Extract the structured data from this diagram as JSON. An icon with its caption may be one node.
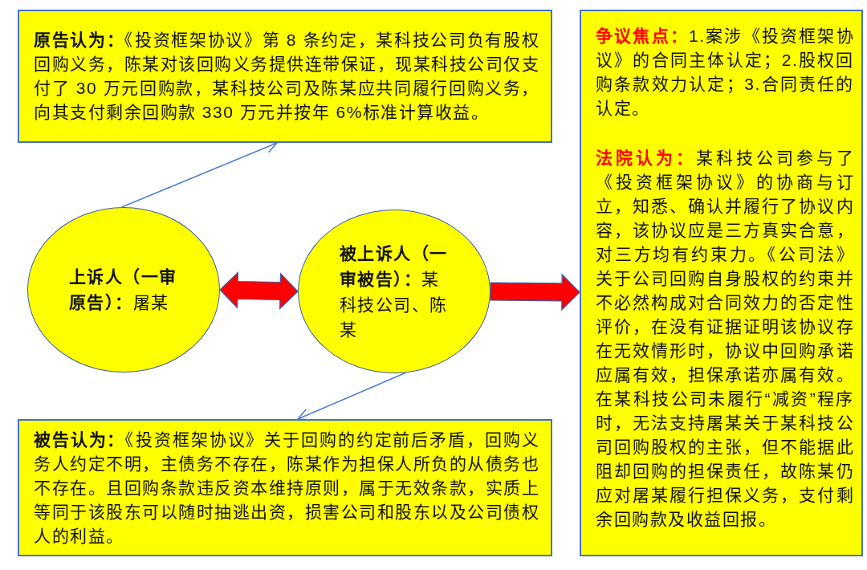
{
  "diagram": {
    "nodes": [
      {
        "text": [
          "**原告认为：**《投资框架协议》第 8 条约定，某科技公司负有股权回购义务，陈某对该回购义务提供连带保证，现某科技公司仅支付了 30 万元回购款，某科技公司及陈某应共同履行回购义务，向其支付剩余回购款 330 万元并按年 6%标准计算收益。"
        ]
      },
      {
        "text": [
          "**上诉人（一审原告）：**屠某"
        ]
      },
      {
        "text": [
          "**被上诉人（一审被告）：**某科技公司、陈某"
        ]
      },
      {
        "text": [
          "**被告认为：**《投资框架协议》关于回购的约定前后矛盾，回购义务人约定不明，主债务不存在，陈某作为担保人所负的从债务也不存在。且回购条款违反资本维持原则，属于无效条款，实质上等同于该股东可以随时抽逃出资，损害公司和股东以及公司债权人的利益。"
        ]
      },
      {
        "text": [
          "**争议焦点：**1.案涉《投资框架协议》的合同主体认定；2.股权回购条款效力认定；3.合同责任的认定。",
          "**法院认为：**某科技公司参与了《投资框架协议》的协商与订立，知悉、确认并履行了协议内容，该协议应是三方真实合意，对三方均有约束力。《公司法》关于公司回购自身股权的约束并不必然构成对合同效力的否定性评价，在没有证据证明该协议存在无效情形时，协议中回购承诺应属有效，担保承诺亦属有效。在某科技公司未履行“减资”程序时，无法支持屠某关于某科技公司回购股权的主张，但不能据此阻却回购的担保责任，故陈某仍应对屠某履行担保义务，支付剩余回购款及收益回报。"
        ]
      }
    ],
    "edges": [
      {
        "from": 1,
        "to": 0,
        "arrow": "to"
      },
      {
        "from": 1,
        "to": 2,
        "arrow": "both",
        "style": "thick",
        "color": "#ff0000"
      },
      {
        "from": 2,
        "to": 4,
        "arrow": "to",
        "style": "thick",
        "color": "#ff0000"
      },
      {
        "from": 2,
        "to": 3,
        "arrow": "to"
      }
    ]
  }
}
